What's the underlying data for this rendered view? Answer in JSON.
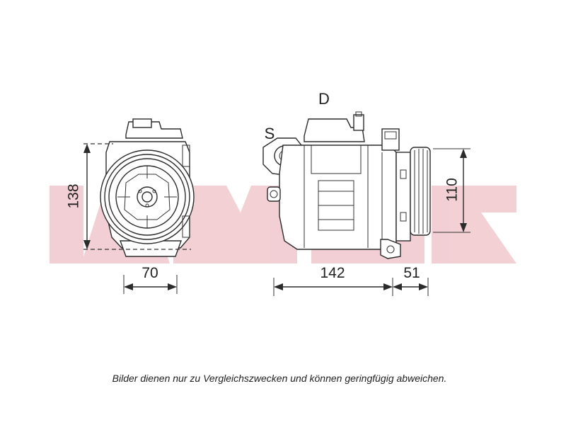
{
  "watermark": {
    "color": "#e9a9b1"
  },
  "dimensions": {
    "height_front": "138",
    "width_front": "70",
    "length_body": "142",
    "length_pulley": "51",
    "height_side": "110"
  },
  "ports": {
    "discharge": "D",
    "suction": "S"
  },
  "footer": {
    "disclaimer": "Bilder dienen nur zu Vergleichszwecken und können geringfügig abweichen."
  }
}
